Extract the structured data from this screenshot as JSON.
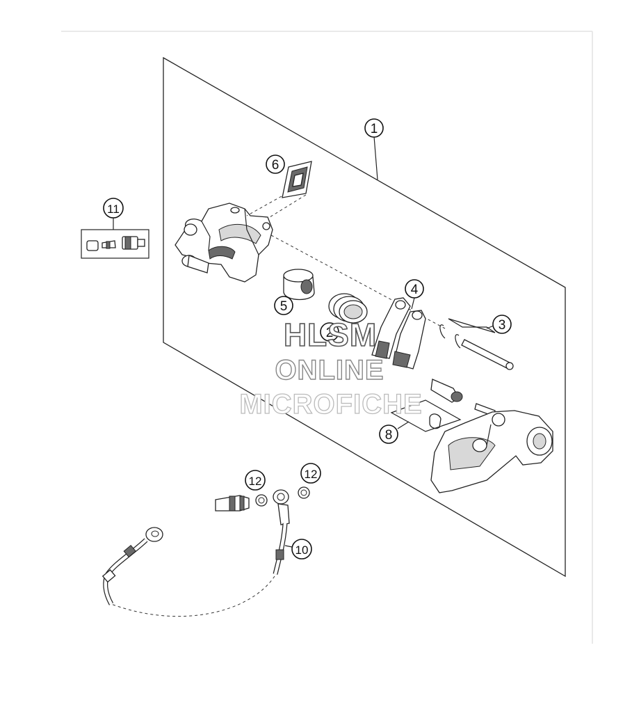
{
  "callouts": [
    {
      "id": "c1",
      "label": "1"
    },
    {
      "id": "c2",
      "label": "2"
    },
    {
      "id": "c3",
      "label": "3"
    },
    {
      "id": "c4",
      "label": "4"
    },
    {
      "id": "c5",
      "label": "5"
    },
    {
      "id": "c6",
      "label": "6"
    },
    {
      "id": "c8",
      "label": "8"
    },
    {
      "id": "c10",
      "label": "10"
    },
    {
      "id": "c11",
      "label": "11"
    },
    {
      "id": "c12a",
      "label": "12"
    },
    {
      "id": "c12b",
      "label": "12"
    }
  ],
  "watermark": {
    "line1": "HLSM",
    "line2": "ONLINE",
    "line3": "MICROFICHE"
  }
}
